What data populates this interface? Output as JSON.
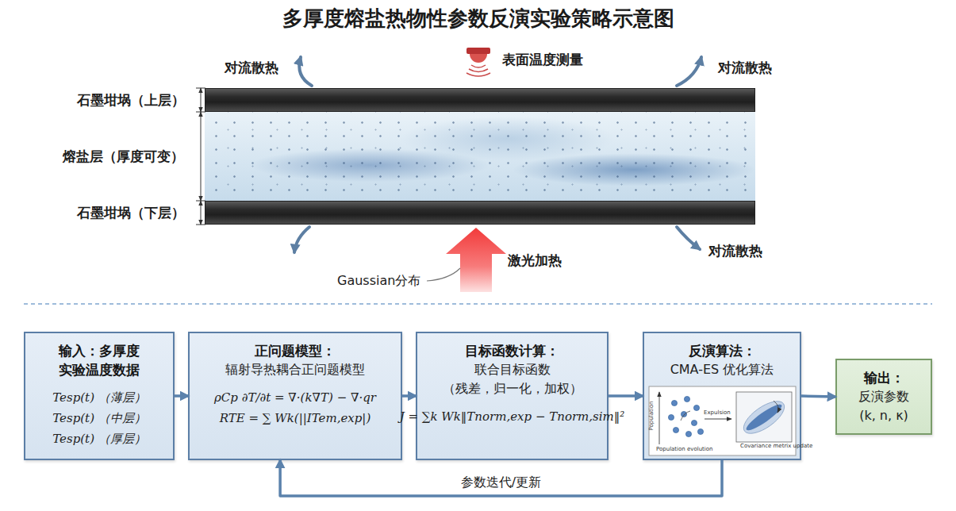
{
  "diagram": {
    "title": "多厚度熔盐热物性参数反演实验策略示意图",
    "nodes": [
      {
        "text": [
          "石墨坩埚（上层）"
        ]
      },
      {
        "text": [
          "熔盐层（厚度可变）"
        ]
      },
      {
        "text": [
          "石墨坩埚（下层）"
        ]
      },
      {
        "text": [
          "输入：多厚度 实验温度数据",
          "Tesp(t) （薄层）",
          "Tesp(t) （中层）",
          "Tesp(t) （厚层）"
        ]
      },
      {
        "text": [
          "正问题模型：",
          "辐射导热耦合正问题模型",
          "ρCp ∂T/∂t = ∇·(k∇T) − ∇·qr",
          "RTE = ∑ Wk(||ITem,exp|)"
        ]
      },
      {
        "text": [
          "目标函数计算：",
          "联合目标函数",
          "（残差，归一化，加权）",
          "J = ∑k Wk‖Tnorm,exp − Tnorm,sim‖²"
        ]
      },
      {
        "text": [
          "反演算法：",
          "CMA-ES 优化算法"
        ]
      },
      {
        "text": [
          "输出：",
          "反演参数",
          "(k, n, κ)"
        ]
      }
    ],
    "edges": [
      {
        "from": 3,
        "to": 4,
        "arrow": "to"
      },
      {
        "from": 4,
        "to": 5,
        "arrow": "to"
      },
      {
        "from": 5,
        "to": 6,
        "arrow": "to"
      },
      {
        "from": 6,
        "to": 7,
        "arrow": "to"
      },
      {
        "from": 6,
        "to": 4,
        "label": "参数迭代/更新",
        "arrow": "to"
      }
    ],
    "labels": [
      "对流散热",
      "对流散热",
      "表面温度测量",
      "对流散热",
      "激光加热",
      "Gaussian分布",
      "Population",
      "Population evolution",
      "Expulsion",
      "Covariance metrix update"
    ]
  }
}
